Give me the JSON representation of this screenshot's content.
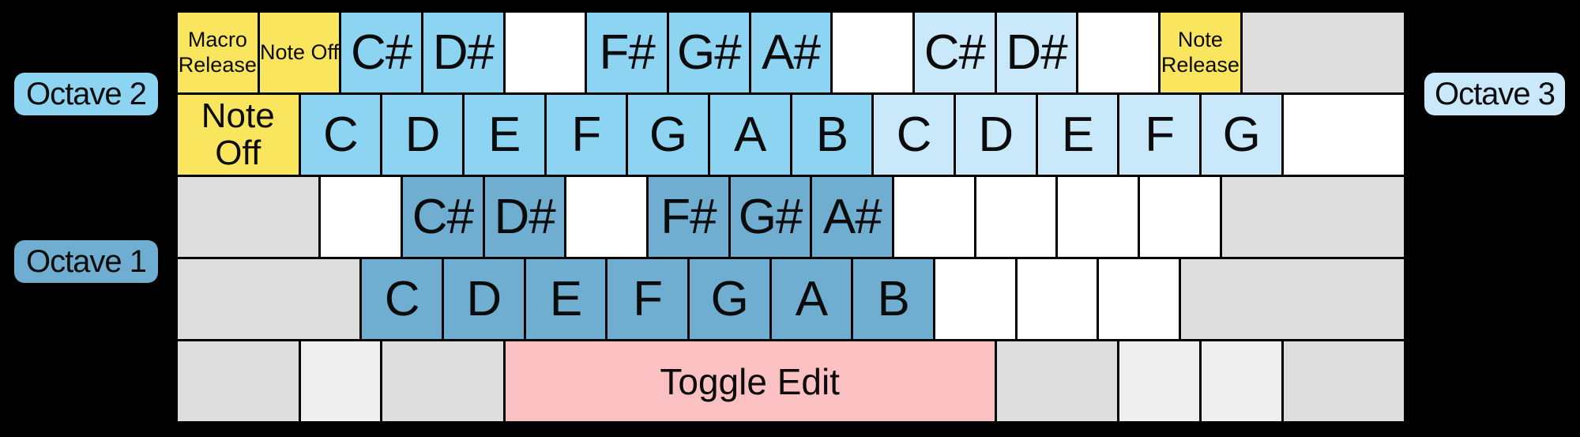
{
  "labels": {
    "octave1": "Octave 1",
    "octave2": "Octave 2",
    "octave3": "Octave 3"
  },
  "colors": {
    "background": "#000000",
    "octave1": "#6FAED0",
    "octave2": "#8DD3F2",
    "octave3": "#C9E9FA",
    "yellow": "#FAE55E",
    "pink": "#FBC0C2",
    "gray": "#DEDEDE",
    "gray_light": "#EFEFEF",
    "white": "#FFFFFF"
  },
  "keyboard": {
    "rows": [
      {
        "name": "number-row",
        "keys": [
          {
            "name": "key-macro-release",
            "label": "Macro Release",
            "type": "yellow",
            "size": "small",
            "units": 1
          },
          {
            "name": "key-note-off-top",
            "label": "Note Off",
            "type": "yellow",
            "size": "small",
            "units": 1
          },
          {
            "name": "key-c-sharp-oct2",
            "label": "C#",
            "type": "oct2",
            "units": 1
          },
          {
            "name": "key-d-sharp-oct2",
            "label": "D#",
            "type": "oct2",
            "units": 1
          },
          {
            "name": "key-unmapped",
            "label": "",
            "type": "white",
            "units": 1
          },
          {
            "name": "key-f-sharp-oct2",
            "label": "F#",
            "type": "oct2",
            "units": 1
          },
          {
            "name": "key-g-sharp-oct2",
            "label": "G#",
            "type": "oct2",
            "units": 1
          },
          {
            "name": "key-a-sharp-oct2",
            "label": "A#",
            "type": "oct2",
            "units": 1
          },
          {
            "name": "key-unmapped",
            "label": "",
            "type": "white",
            "units": 1
          },
          {
            "name": "key-c-sharp-oct3",
            "label": "C#",
            "type": "oct3",
            "units": 1
          },
          {
            "name": "key-d-sharp-oct3",
            "label": "D#",
            "type": "oct3",
            "units": 1
          },
          {
            "name": "key-unmapped",
            "label": "",
            "type": "white",
            "units": 1
          },
          {
            "name": "key-note-release",
            "label": "Note Release",
            "type": "yellow",
            "size": "small",
            "units": 1
          },
          {
            "name": "key-inactive-backspace",
            "label": "",
            "type": "gray",
            "units": 2
          }
        ]
      },
      {
        "name": "qwerty-row",
        "keys": [
          {
            "name": "key-note-off",
            "label": "Note Off",
            "type": "yellow",
            "size": "medium",
            "units": 1.5
          },
          {
            "name": "key-c-oct2",
            "label": "C",
            "type": "oct2",
            "units": 1
          },
          {
            "name": "key-d-oct2",
            "label": "D",
            "type": "oct2",
            "units": 1
          },
          {
            "name": "key-e-oct2",
            "label": "E",
            "type": "oct2",
            "units": 1
          },
          {
            "name": "key-f-oct2",
            "label": "F",
            "type": "oct2",
            "units": 1
          },
          {
            "name": "key-g-oct2",
            "label": "G",
            "type": "oct2",
            "units": 1
          },
          {
            "name": "key-a-oct2",
            "label": "A",
            "type": "oct2",
            "units": 1
          },
          {
            "name": "key-b-oct2",
            "label": "B",
            "type": "oct2",
            "units": 1
          },
          {
            "name": "key-c-oct3",
            "label": "C",
            "type": "oct3",
            "units": 1
          },
          {
            "name": "key-d-oct3",
            "label": "D",
            "type": "oct3",
            "units": 1
          },
          {
            "name": "key-e-oct3",
            "label": "E",
            "type": "oct3",
            "units": 1
          },
          {
            "name": "key-f-oct3",
            "label": "F",
            "type": "oct3",
            "units": 1
          },
          {
            "name": "key-g-oct3",
            "label": "G",
            "type": "oct3",
            "units": 1
          },
          {
            "name": "key-unmapped",
            "label": "",
            "type": "white",
            "units": 1.5
          }
        ]
      },
      {
        "name": "home-row",
        "keys": [
          {
            "name": "key-inactive-capslock",
            "label": "",
            "type": "gray",
            "units": 1.75
          },
          {
            "name": "key-unmapped",
            "label": "",
            "type": "white",
            "units": 1
          },
          {
            "name": "key-c-sharp-oct1",
            "label": "C#",
            "type": "oct1",
            "units": 1
          },
          {
            "name": "key-d-sharp-oct1",
            "label": "D#",
            "type": "oct1",
            "units": 1
          },
          {
            "name": "key-unmapped",
            "label": "",
            "type": "white",
            "units": 1
          },
          {
            "name": "key-f-sharp-oct1",
            "label": "F#",
            "type": "oct1",
            "units": 1
          },
          {
            "name": "key-g-sharp-oct1",
            "label": "G#",
            "type": "oct1",
            "units": 1
          },
          {
            "name": "key-a-sharp-oct1",
            "label": "A#",
            "type": "oct1",
            "units": 1
          },
          {
            "name": "key-unmapped",
            "label": "",
            "type": "white",
            "units": 1
          },
          {
            "name": "key-unmapped",
            "label": "",
            "type": "white",
            "units": 1
          },
          {
            "name": "key-unmapped",
            "label": "",
            "type": "white",
            "units": 1
          },
          {
            "name": "key-unmapped",
            "label": "",
            "type": "white",
            "units": 1
          },
          {
            "name": "key-inactive-enter",
            "label": "",
            "type": "gray",
            "units": 2.25
          }
        ]
      },
      {
        "name": "bottom-letter-row",
        "keys": [
          {
            "name": "key-inactive-lshift",
            "label": "",
            "type": "gray",
            "units": 2.25
          },
          {
            "name": "key-c-oct1",
            "label": "C",
            "type": "oct1",
            "units": 1
          },
          {
            "name": "key-d-oct1",
            "label": "D",
            "type": "oct1",
            "units": 1
          },
          {
            "name": "key-e-oct1",
            "label": "E",
            "type": "oct1",
            "units": 1
          },
          {
            "name": "key-f-oct1",
            "label": "F",
            "type": "oct1",
            "units": 1
          },
          {
            "name": "key-g-oct1",
            "label": "G",
            "type": "oct1",
            "units": 1
          },
          {
            "name": "key-a-oct1",
            "label": "A",
            "type": "oct1",
            "units": 1
          },
          {
            "name": "key-b-oct1",
            "label": "B",
            "type": "oct1",
            "units": 1
          },
          {
            "name": "key-unmapped",
            "label": "",
            "type": "white",
            "units": 1
          },
          {
            "name": "key-unmapped",
            "label": "",
            "type": "white",
            "units": 1
          },
          {
            "name": "key-unmapped",
            "label": "",
            "type": "white",
            "units": 1
          },
          {
            "name": "key-inactive-rshift",
            "label": "",
            "type": "gray",
            "units": 2.75
          }
        ]
      },
      {
        "name": "modifier-row",
        "keys": [
          {
            "name": "key-inactive-lctrl",
            "label": "",
            "type": "gray",
            "units": 1.5
          },
          {
            "name": "key-inactive-meta",
            "label": "",
            "type": "graylight",
            "units": 1
          },
          {
            "name": "key-inactive-lalt",
            "label": "",
            "type": "gray",
            "units": 1.5
          },
          {
            "name": "key-toggle-edit",
            "label": "Toggle Edit",
            "type": "pink",
            "size": "space",
            "units": 6
          },
          {
            "name": "key-inactive-ralt",
            "label": "",
            "type": "gray",
            "units": 1.5
          },
          {
            "name": "key-inactive-meta",
            "label": "",
            "type": "graylight",
            "units": 1
          },
          {
            "name": "key-inactive-menu",
            "label": "",
            "type": "graylight",
            "units": 1
          },
          {
            "name": "key-inactive-rctrl",
            "label": "",
            "type": "gray",
            "units": 1.5
          }
        ]
      }
    ]
  }
}
